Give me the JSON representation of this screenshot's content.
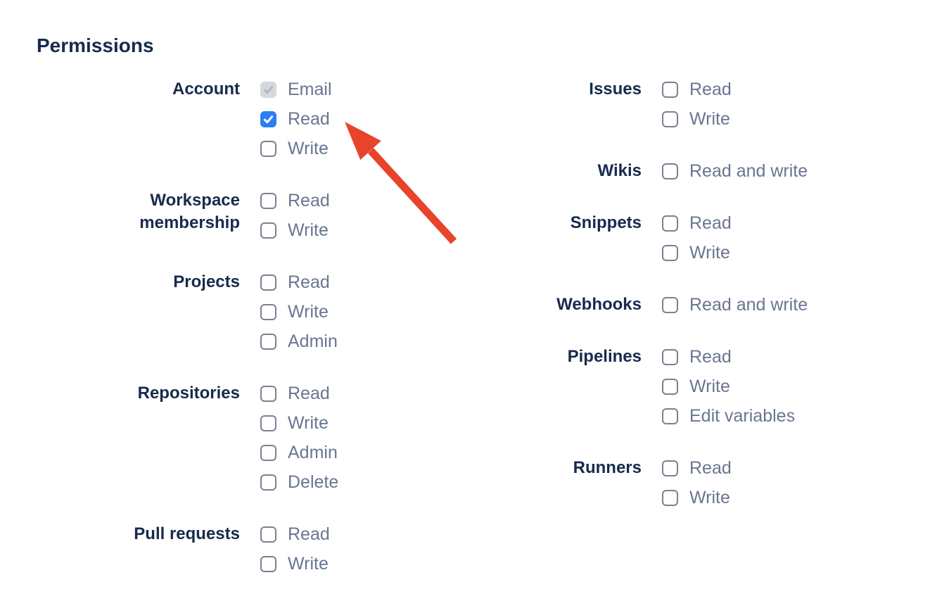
{
  "page": {
    "title": "Permissions"
  },
  "colors": {
    "heading": "#172B4D",
    "group_label": "#172B4D",
    "option_label": "#6A7590",
    "checkbox_border": "#7A8191",
    "checkbox_checked_bg": "#2D7DF6",
    "checkbox_check": "#FFFFFF",
    "checkbox_disabled_bg": "#D5D8DC",
    "checkbox_disabled_check": "#B2B7BF",
    "arrow": "#E8432B",
    "page_bg": "#FFFFFF"
  },
  "columns": [
    {
      "name": "left",
      "groups": [
        {
          "label": "Account",
          "options": [
            {
              "label": "Email",
              "state": "checked-disabled"
            },
            {
              "label": "Read",
              "state": "checked"
            },
            {
              "label": "Write",
              "state": "unchecked"
            }
          ]
        },
        {
          "label": "Workspace membership",
          "options": [
            {
              "label": "Read",
              "state": "unchecked"
            },
            {
              "label": "Write",
              "state": "unchecked"
            }
          ]
        },
        {
          "label": "Projects",
          "options": [
            {
              "label": "Read",
              "state": "unchecked"
            },
            {
              "label": "Write",
              "state": "unchecked"
            },
            {
              "label": "Admin",
              "state": "unchecked"
            }
          ]
        },
        {
          "label": "Repositories",
          "options": [
            {
              "label": "Read",
              "state": "unchecked"
            },
            {
              "label": "Write",
              "state": "unchecked"
            },
            {
              "label": "Admin",
              "state": "unchecked"
            },
            {
              "label": "Delete",
              "state": "unchecked"
            }
          ]
        },
        {
          "label": "Pull requests",
          "options": [
            {
              "label": "Read",
              "state": "unchecked"
            },
            {
              "label": "Write",
              "state": "unchecked"
            }
          ]
        }
      ]
    },
    {
      "name": "right",
      "groups": [
        {
          "label": "Issues",
          "options": [
            {
              "label": "Read",
              "state": "unchecked"
            },
            {
              "label": "Write",
              "state": "unchecked"
            }
          ]
        },
        {
          "label": "Wikis",
          "options": [
            {
              "label": "Read and write",
              "state": "unchecked"
            }
          ]
        },
        {
          "label": "Snippets",
          "options": [
            {
              "label": "Read",
              "state": "unchecked"
            },
            {
              "label": "Write",
              "state": "unchecked"
            }
          ]
        },
        {
          "label": "Webhooks",
          "options": [
            {
              "label": "Read and write",
              "state": "unchecked"
            }
          ]
        },
        {
          "label": "Pipelines",
          "options": [
            {
              "label": "Read",
              "state": "unchecked"
            },
            {
              "label": "Write",
              "state": "unchecked"
            },
            {
              "label": "Edit variables",
              "state": "unchecked"
            }
          ]
        },
        {
          "label": "Runners",
          "options": [
            {
              "label": "Read",
              "state": "unchecked"
            },
            {
              "label": "Write",
              "state": "unchecked"
            }
          ]
        }
      ]
    }
  ],
  "annotation": {
    "icon": "red-arrow-icon",
    "color": "#E8432B"
  }
}
